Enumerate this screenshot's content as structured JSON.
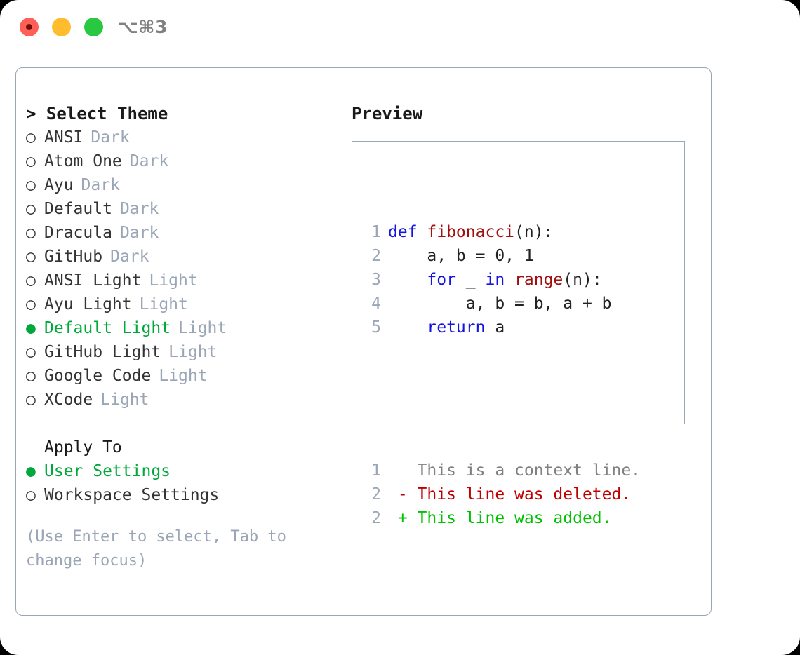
{
  "titlebar": {
    "shortcut": "⌥⌘3",
    "buttons": [
      {
        "name": "close",
        "color": "#ff5f57"
      },
      {
        "name": "minimize",
        "color": "#febc2e"
      },
      {
        "name": "maximize",
        "color": "#28c840"
      }
    ]
  },
  "theme_picker": {
    "heading": "> Select Theme",
    "caret": ">",
    "heading_text": "Select Theme",
    "bullet_selected": "●",
    "bullet_unselected": "○",
    "options": [
      {
        "label": "ANSI",
        "tag": "Dark",
        "selected": false
      },
      {
        "label": "Atom One",
        "tag": "Dark",
        "selected": false
      },
      {
        "label": "Ayu",
        "tag": "Dark",
        "selected": false
      },
      {
        "label": "Default",
        "tag": "Dark",
        "selected": false
      },
      {
        "label": "Dracula",
        "tag": "Dark",
        "selected": false
      },
      {
        "label": "GitHub",
        "tag": "Dark",
        "selected": false
      },
      {
        "label": "ANSI Light",
        "tag": "Light",
        "selected": false
      },
      {
        "label": "Ayu Light",
        "tag": "Light",
        "selected": false
      },
      {
        "label": "Default Light",
        "tag": "Light",
        "selected": true
      },
      {
        "label": "GitHub Light",
        "tag": "Light",
        "selected": false
      },
      {
        "label": "Google Code",
        "tag": "Light",
        "selected": false
      },
      {
        "label": "XCode",
        "tag": "Light",
        "selected": false
      }
    ]
  },
  "apply_to": {
    "heading": "Apply To",
    "options": [
      {
        "label": "User Settings",
        "selected": true
      },
      {
        "label": "Workspace Settings",
        "selected": false
      }
    ]
  },
  "hint": "(Use Enter to select, Tab to change focus)",
  "preview": {
    "title": "Preview",
    "code_lines": [
      {
        "num": "1",
        "tokens": [
          {
            "t": "def ",
            "c": "kw"
          },
          {
            "t": "fibonacci",
            "c": "fn"
          },
          {
            "t": "(n):",
            "c": "plain"
          }
        ]
      },
      {
        "num": "2",
        "tokens": [
          {
            "t": "    a, b = 0, 1",
            "c": "plain"
          }
        ]
      },
      {
        "num": "3",
        "tokens": [
          {
            "t": "    ",
            "c": "plain"
          },
          {
            "t": "for",
            "c": "kw"
          },
          {
            "t": " _ ",
            "c": "plain"
          },
          {
            "t": "in",
            "c": "kw"
          },
          {
            "t": " ",
            "c": "plain"
          },
          {
            "t": "range",
            "c": "fn"
          },
          {
            "t": "(n):",
            "c": "plain"
          }
        ]
      },
      {
        "num": "4",
        "tokens": [
          {
            "t": "        a, b = b, a + b",
            "c": "plain"
          }
        ]
      },
      {
        "num": "5",
        "tokens": [
          {
            "t": "    ",
            "c": "plain"
          },
          {
            "t": "return",
            "c": "kw"
          },
          {
            "t": " a",
            "c": "plain"
          }
        ]
      }
    ],
    "diff_lines": [
      {
        "num": "1",
        "marker": " ",
        "text": "This is a context line.",
        "kind": "ctx"
      },
      {
        "num": "2",
        "marker": "-",
        "text": "This line was deleted.",
        "kind": "del"
      },
      {
        "num": "2",
        "marker": "+",
        "text": "This line was added.",
        "kind": "add"
      }
    ]
  },
  "colors": {
    "accent_green": "#00a83c",
    "muted_gray": "#9aa5b5",
    "keyword_blue": "#1414e0",
    "function_red": "#a01010",
    "diff_delete": "#c00000",
    "diff_add": "#00c000",
    "text": "#333333",
    "border": "#9aa5b5"
  }
}
